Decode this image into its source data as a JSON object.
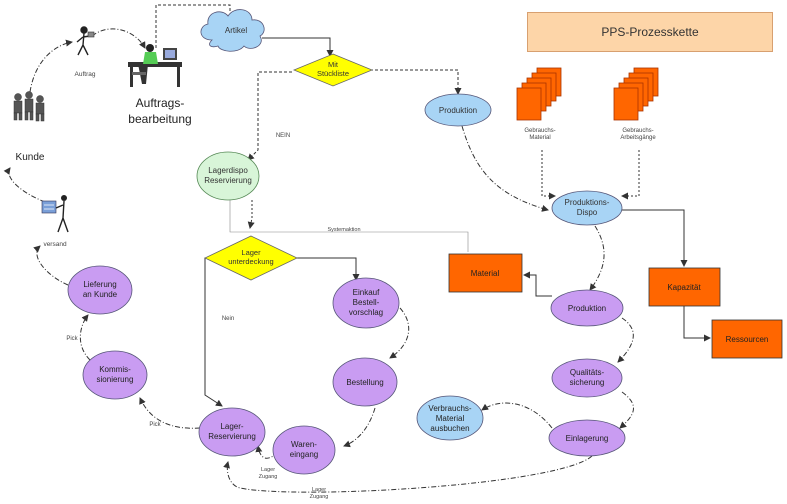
{
  "title": "PPS-Prozesskette",
  "labels": {
    "auftrag": "Auftrag",
    "auftragsbearbeitung_1": "Auftrags-",
    "auftragsbearbeitung_2": "bearbeitung",
    "kunde": "Kunde",
    "versand": "versand",
    "nein_top": "NEIN",
    "nein_left": "Nein",
    "systemaktion": "Systemaktion",
    "pick_1": "Pick",
    "pick_2": "Pick",
    "lager_zugang_1a": "Lager",
    "lager_zugang_1b": "Zugang",
    "lager_zugang_2a": "Lager",
    "lager_zugang_2b": "Zugang",
    "stack1_1": "Gebrauchs-",
    "stack1_2": "Material",
    "stack2_1": "Gebrauchs-",
    "stack2_2": "Arbeitsgänge"
  },
  "nodes": {
    "artikel": "Artikel",
    "mit_stueckliste_1": "Mit",
    "mit_stueckliste_2": "Stückliste",
    "produktion_top": "Produktion",
    "lagerdispo_1": "Lagerdispo",
    "lagerdispo_2": "Reservierung",
    "lager_unterdeckung_1": "Lager",
    "lager_unterdeckung_2": "unterdeckung",
    "produktionsdispo_1": "Produktions-",
    "produktionsdispo_2": "Dispo",
    "material": "Material",
    "kapazitaet": "Kapazität",
    "ressourcen": "Ressourcen",
    "produktion": "Produktion",
    "qualitaet_1": "Qualitäts-",
    "qualitaet_2": "sicherung",
    "verbrauchs_1": "Verbrauchs-",
    "verbrauchs_2": "Material",
    "verbrauchs_3": "ausbuchen",
    "einlagerung": "Einlagerung",
    "einkauf_1": "Einkauf",
    "einkauf_2": "Bestell-",
    "einkauf_3": "vorschlag",
    "bestellung": "Bestellung",
    "wareneingang_1": "Waren-",
    "wareneingang_2": "eingang",
    "lager_reservierung_1": "Lager-",
    "lager_reservierung_2": "Reservierung",
    "kommissionierung_1": "Kommis-",
    "kommissionierung_2": "sionierung",
    "lieferung_1": "Lieferung",
    "lieferung_2": "an Kunde"
  },
  "colors": {
    "purple": "#c99cf2",
    "blue": "#a8d4f5",
    "green": "#d8f5d8",
    "orange": "#ff6600",
    "yellow": "#ffff00",
    "title_bg": "#fdd5a8"
  }
}
